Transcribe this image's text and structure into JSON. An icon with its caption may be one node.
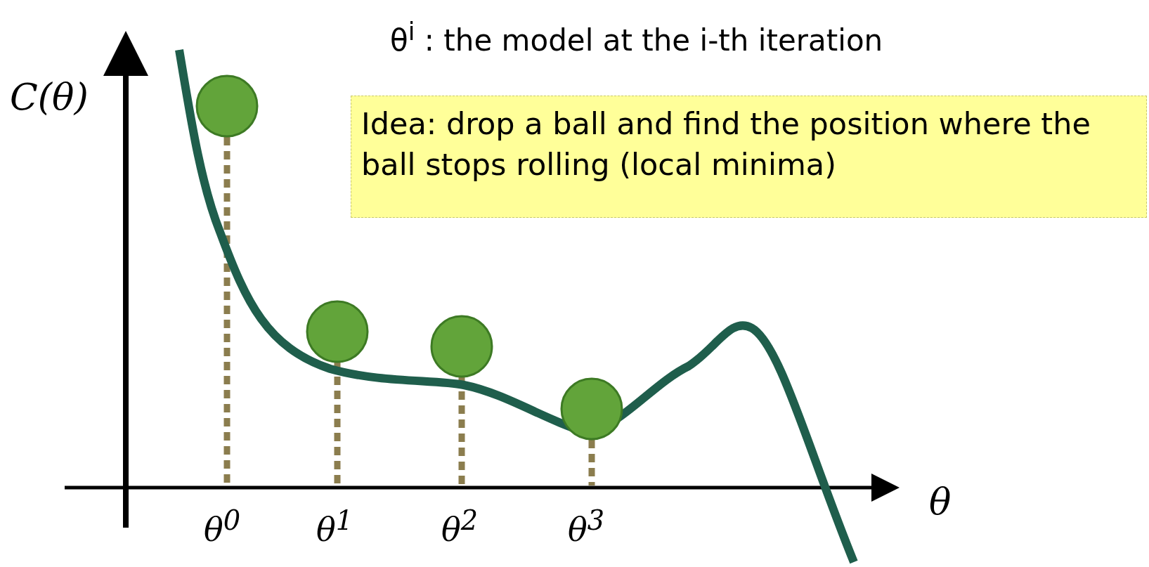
{
  "diagram": {
    "nodes": [
      {
        "text": [
          "Idea: drop a ball and find the position where the ball stops rolling (local minima)"
        ]
      }
    ],
    "labels": [
      "θ$^{i}$ : the model at the i-th iteration",
      "C(θ)",
      "θ",
      "θ$^{0}$",
      "θ$^{1}$",
      "θ$^{2}$",
      "θ$^{3}$"
    ]
  }
}
